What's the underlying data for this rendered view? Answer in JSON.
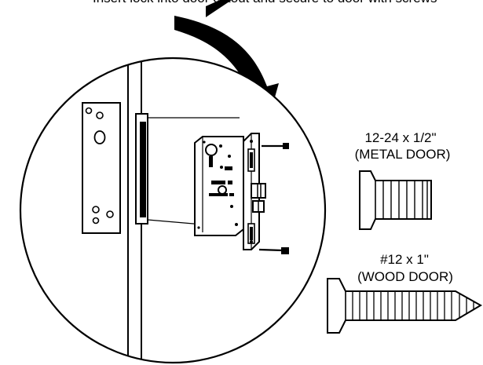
{
  "caption_top": "Insert lock into door cutout and secure to door with screws",
  "screws": {
    "metal": {
      "size": "12-24 x 1/2\"",
      "door": "(METAL DOOR)"
    },
    "wood": {
      "size": "#12 x 1\"",
      "door": "(WOOD DOOR)"
    }
  }
}
